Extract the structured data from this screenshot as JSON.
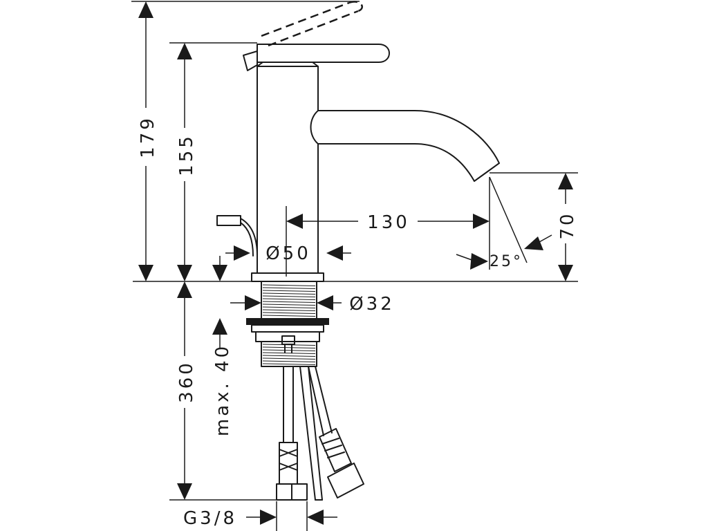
{
  "dimensions": {
    "overall_height": "179",
    "body_height": "155",
    "spout_reach": "130",
    "spout_height": "70",
    "spout_angle": "25°",
    "body_diameter": "Ø50",
    "shank_diameter": "Ø32",
    "max_counter_thickness": "max. 40",
    "hose_length": "360",
    "hose_connection": "G3/8"
  }
}
